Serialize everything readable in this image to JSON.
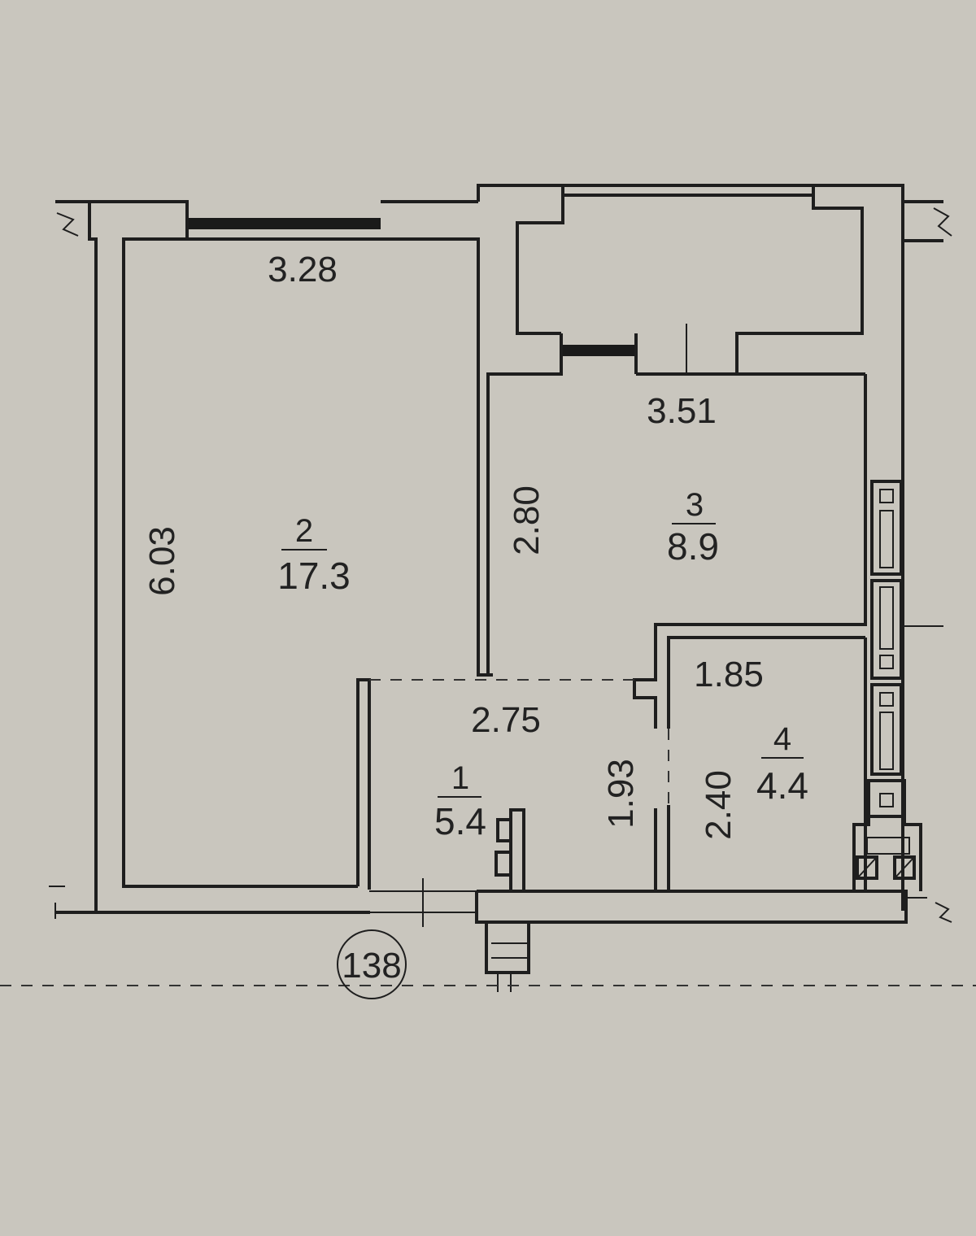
{
  "plan": {
    "apartment_number": "138",
    "rooms": [
      {
        "number": "1",
        "area": "5.4"
      },
      {
        "number": "2",
        "area": "17.3"
      },
      {
        "number": "3",
        "area": "8.9"
      },
      {
        "number": "4",
        "area": "4.4"
      }
    ],
    "dimensions": {
      "room2_width": "3.28",
      "room2_length": "6.03",
      "room3_width": "3.51",
      "room3_length": "2.80",
      "room1_width": "2.75",
      "room1_length": "1.93",
      "room4_width": "1.85",
      "room4_length": "2.40"
    }
  }
}
